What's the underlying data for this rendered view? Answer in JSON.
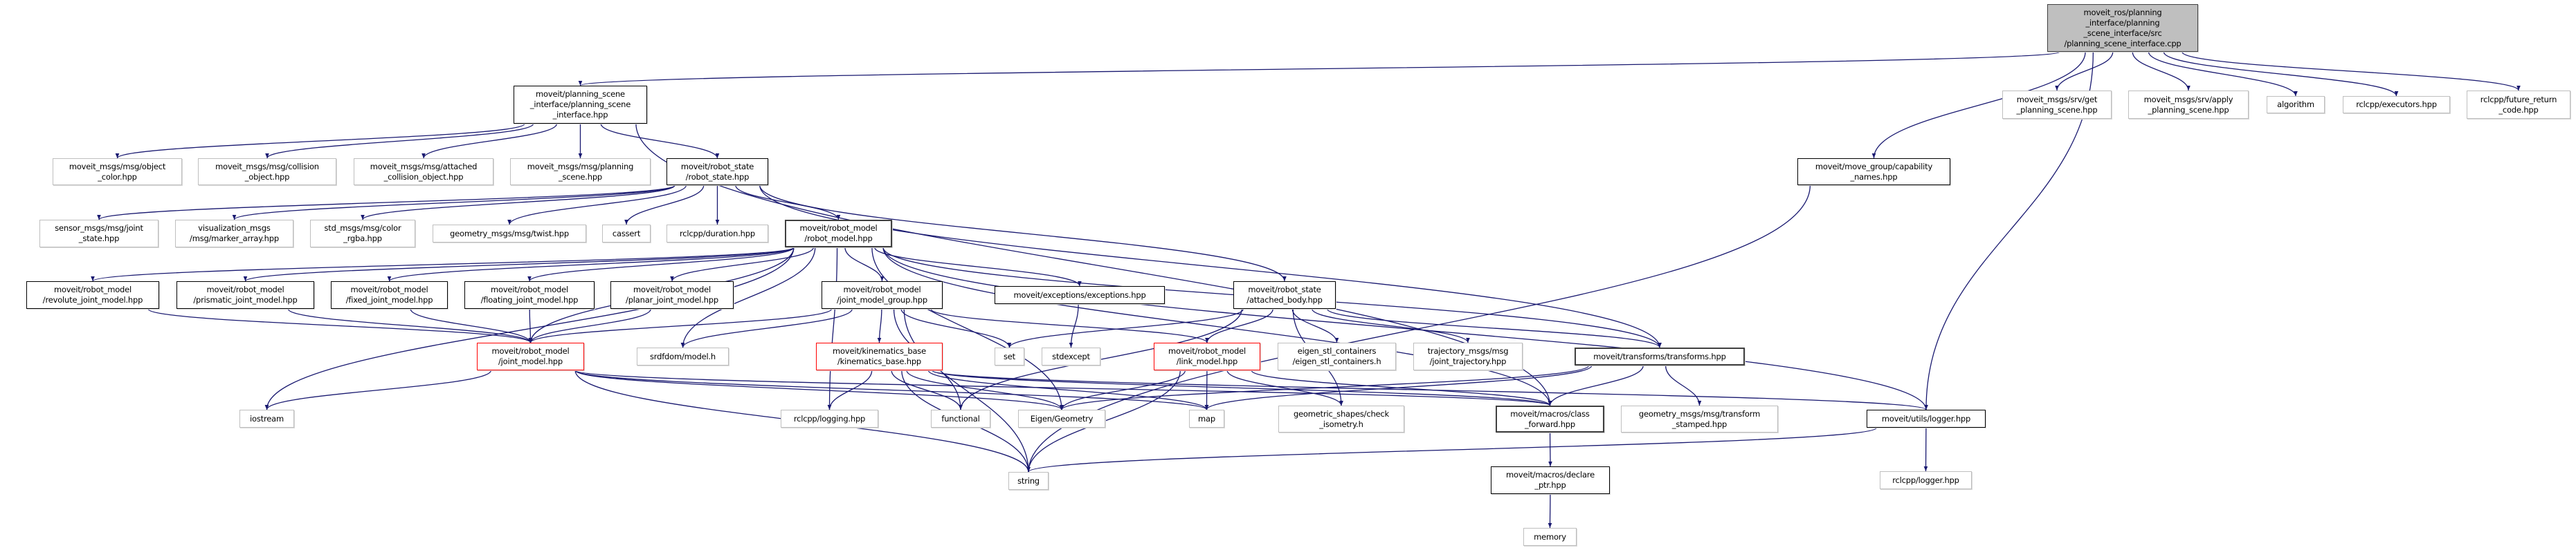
{
  "colors": {
    "edge": "#191970",
    "root_fill": "#bfbfbf",
    "external_border": "#bfbfbf",
    "documented_border": "#000000",
    "incomplete_border": "#ff0000"
  },
  "nodes": [
    {
      "id": "root",
      "label": "moveit_ros/planning\n_interface/planning\n_scene_interface/src\n/planning_scene_interface.cpp",
      "kind": "root"
    },
    {
      "id": "psi",
      "label": "moveit/planning_scene\n_interface/planning_scene\n_interface.hpp",
      "kind": "doc"
    },
    {
      "id": "cap",
      "label": "moveit/move_group/capability\n_names.hpp",
      "kind": "doc"
    },
    {
      "id": "getps",
      "label": "moveit_msgs/srv/get\n_planning_scene.hpp",
      "kind": "ext"
    },
    {
      "id": "applyps",
      "label": "moveit_msgs/srv/apply\n_planning_scene.hpp",
      "kind": "ext"
    },
    {
      "id": "algorithm",
      "label": "algorithm",
      "kind": "ext"
    },
    {
      "id": "executors",
      "label": "rclcpp/executors.hpp",
      "kind": "ext"
    },
    {
      "id": "future",
      "label": "rclcpp/future_return\n_code.hpp",
      "kind": "ext"
    },
    {
      "id": "objcolor",
      "label": "moveit_msgs/msg/object\n_color.hpp",
      "kind": "ext"
    },
    {
      "id": "collobj",
      "label": "moveit_msgs/msg/collision\n_object.hpp",
      "kind": "ext"
    },
    {
      "id": "attcoll",
      "label": "moveit_msgs/msg/attached\n_collision_object.hpp",
      "kind": "ext"
    },
    {
      "id": "psmsg",
      "label": "moveit_msgs/msg/planning\n_scene.hpp",
      "kind": "ext"
    },
    {
      "id": "rstate",
      "label": "moveit/robot_state\n/robot_state.hpp",
      "kind": "doc"
    },
    {
      "id": "jstate",
      "label": "sensor_msgs/msg/joint\n_state.hpp",
      "kind": "ext"
    },
    {
      "id": "marker",
      "label": "visualization_msgs\n/msg/marker_array.hpp",
      "kind": "ext"
    },
    {
      "id": "rgba",
      "label": "std_msgs/msg/color\n_rgba.hpp",
      "kind": "ext"
    },
    {
      "id": "twist",
      "label": "geometry_msgs/msg/twist.hpp",
      "kind": "ext"
    },
    {
      "id": "cassert",
      "label": "cassert",
      "kind": "ext"
    },
    {
      "id": "duration",
      "label": "rclcpp/duration.hpp",
      "kind": "ext"
    },
    {
      "id": "rmodel",
      "label": "moveit/robot_model\n/robot_model.hpp",
      "kind": "dark"
    },
    {
      "id": "revolute",
      "label": "moveit/robot_model\n/revolute_joint_model.hpp",
      "kind": "doc"
    },
    {
      "id": "prismatic",
      "label": "moveit/robot_model\n/prismatic_joint_model.hpp",
      "kind": "doc"
    },
    {
      "id": "fixed",
      "label": "moveit/robot_model\n/fixed_joint_model.hpp",
      "kind": "doc"
    },
    {
      "id": "floating",
      "label": "moveit/robot_model\n/floating_joint_model.hpp",
      "kind": "doc"
    },
    {
      "id": "planar",
      "label": "moveit/robot_model\n/planar_joint_model.hpp",
      "kind": "doc"
    },
    {
      "id": "jmg",
      "label": "moveit/robot_model\n/joint_model_group.hpp",
      "kind": "doc"
    },
    {
      "id": "exceptions",
      "label": "moveit/exceptions/exceptions.hpp",
      "kind": "doc"
    },
    {
      "id": "attbody",
      "label": "moveit/robot_state\n/attached_body.hpp",
      "kind": "doc"
    },
    {
      "id": "jmodel",
      "label": "moveit/robot_model\n/joint_model.hpp",
      "kind": "red"
    },
    {
      "id": "srdf",
      "label": "srdfdom/model.h",
      "kind": "ext"
    },
    {
      "id": "kin",
      "label": "moveit/kinematics_base\n/kinematics_base.hpp",
      "kind": "red"
    },
    {
      "id": "set",
      "label": "set",
      "kind": "ext"
    },
    {
      "id": "stdexcept",
      "label": "stdexcept",
      "kind": "ext"
    },
    {
      "id": "link",
      "label": "moveit/robot_model\n/link_model.hpp",
      "kind": "red"
    },
    {
      "id": "eigenstl",
      "label": "eigen_stl_containers\n/eigen_stl_containers.h",
      "kind": "ext"
    },
    {
      "id": "traj",
      "label": "trajectory_msgs/msg\n/joint_trajectory.hpp",
      "kind": "ext"
    },
    {
      "id": "transforms",
      "label": "moveit/transforms/transforms.hpp",
      "kind": "dark"
    },
    {
      "id": "iostream",
      "label": "iostream",
      "kind": "ext"
    },
    {
      "id": "logging",
      "label": "rclcpp/logging.hpp",
      "kind": "ext"
    },
    {
      "id": "functional",
      "label": "functional",
      "kind": "ext"
    },
    {
      "id": "eigengeo",
      "label": "Eigen/Geometry",
      "kind": "ext"
    },
    {
      "id": "map",
      "label": "map",
      "kind": "ext"
    },
    {
      "id": "checkiso",
      "label": "geometric_shapes/check\n_isometry.h",
      "kind": "ext"
    },
    {
      "id": "classfwd",
      "label": "moveit/macros/class\n_forward.hpp",
      "kind": "dark"
    },
    {
      "id": "tfstamped",
      "label": "geometry_msgs/msg/transform\n_stamped.hpp",
      "kind": "ext"
    },
    {
      "id": "loggerutils",
      "label": "moveit/utils/logger.hpp",
      "kind": "doc"
    },
    {
      "id": "string",
      "label": "string",
      "kind": "ext"
    },
    {
      "id": "declare",
      "label": "moveit/macros/declare\n_ptr.hpp",
      "kind": "doc"
    },
    {
      "id": "rcllogger",
      "label": "rclcpp/logger.hpp",
      "kind": "ext"
    },
    {
      "id": "memory",
      "label": "memory",
      "kind": "ext"
    }
  ],
  "edges": [
    [
      "root",
      "psi"
    ],
    [
      "root",
      "cap"
    ],
    [
      "root",
      "getps"
    ],
    [
      "root",
      "applyps"
    ],
    [
      "root",
      "algorithm"
    ],
    [
      "root",
      "executors"
    ],
    [
      "root",
      "future"
    ],
    [
      "root",
      "loggerutils"
    ],
    [
      "psi",
      "objcolor"
    ],
    [
      "psi",
      "collobj"
    ],
    [
      "psi",
      "attcoll"
    ],
    [
      "psi",
      "psmsg"
    ],
    [
      "psi",
      "rstate"
    ],
    [
      "psi",
      "classfwd"
    ],
    [
      "rstate",
      "jstate"
    ],
    [
      "rstate",
      "marker"
    ],
    [
      "rstate",
      "rgba"
    ],
    [
      "rstate",
      "twist"
    ],
    [
      "rstate",
      "cassert"
    ],
    [
      "rstate",
      "duration"
    ],
    [
      "rstate",
      "rmodel"
    ],
    [
      "rstate",
      "attbody"
    ],
    [
      "rstate",
      "transforms"
    ],
    [
      "rmodel",
      "revolute"
    ],
    [
      "rmodel",
      "prismatic"
    ],
    [
      "rmodel",
      "fixed"
    ],
    [
      "rmodel",
      "floating"
    ],
    [
      "rmodel",
      "planar"
    ],
    [
      "rmodel",
      "jmg"
    ],
    [
      "rmodel",
      "jmodel"
    ],
    [
      "rmodel",
      "srdf"
    ],
    [
      "rmodel",
      "iostream"
    ],
    [
      "rmodel",
      "logging"
    ],
    [
      "rmodel",
      "exceptions"
    ],
    [
      "rmodel",
      "eigengeo"
    ],
    [
      "rmodel",
      "transforms"
    ],
    [
      "rmodel",
      "classfwd"
    ],
    [
      "rmodel",
      "loggerutils"
    ],
    [
      "revolute",
      "jmodel"
    ],
    [
      "prismatic",
      "jmodel"
    ],
    [
      "fixed",
      "jmodel"
    ],
    [
      "floating",
      "jmodel"
    ],
    [
      "planar",
      "jmodel"
    ],
    [
      "jmg",
      "jmodel"
    ],
    [
      "jmg",
      "srdf"
    ],
    [
      "jmg",
      "kin"
    ],
    [
      "jmg",
      "set"
    ],
    [
      "jmg",
      "link"
    ],
    [
      "jmg",
      "string"
    ],
    [
      "jmg",
      "functional"
    ],
    [
      "jmodel",
      "iostream"
    ],
    [
      "jmodel",
      "string"
    ],
    [
      "jmodel",
      "map"
    ],
    [
      "jmodel",
      "eigengeo"
    ],
    [
      "jmodel",
      "classfwd"
    ],
    [
      "kin",
      "logging"
    ],
    [
      "kin",
      "functional"
    ],
    [
      "kin",
      "eigengeo"
    ],
    [
      "kin",
      "string"
    ],
    [
      "kin",
      "map"
    ],
    [
      "kin",
      "classfwd"
    ],
    [
      "kin",
      "loggerutils"
    ],
    [
      "exceptions",
      "stdexcept"
    ],
    [
      "attbody",
      "set"
    ],
    [
      "attbody",
      "functional"
    ],
    [
      "attbody",
      "link"
    ],
    [
      "attbody",
      "eigenstl"
    ],
    [
      "attbody",
      "traj"
    ],
    [
      "attbody",
      "transforms"
    ],
    [
      "attbody",
      "checkiso"
    ],
    [
      "link",
      "eigengeo"
    ],
    [
      "link",
      "map"
    ],
    [
      "link",
      "string"
    ],
    [
      "link",
      "checkiso"
    ],
    [
      "link",
      "classfwd"
    ],
    [
      "transforms",
      "eigengeo"
    ],
    [
      "transforms",
      "map"
    ],
    [
      "transforms",
      "classfwd"
    ],
    [
      "transforms",
      "tfstamped"
    ],
    [
      "classfwd",
      "declare"
    ],
    [
      "declare",
      "memory"
    ],
    [
      "loggerutils",
      "string"
    ],
    [
      "loggerutils",
      "rcllogger"
    ],
    [
      "cap",
      "string"
    ]
  ]
}
